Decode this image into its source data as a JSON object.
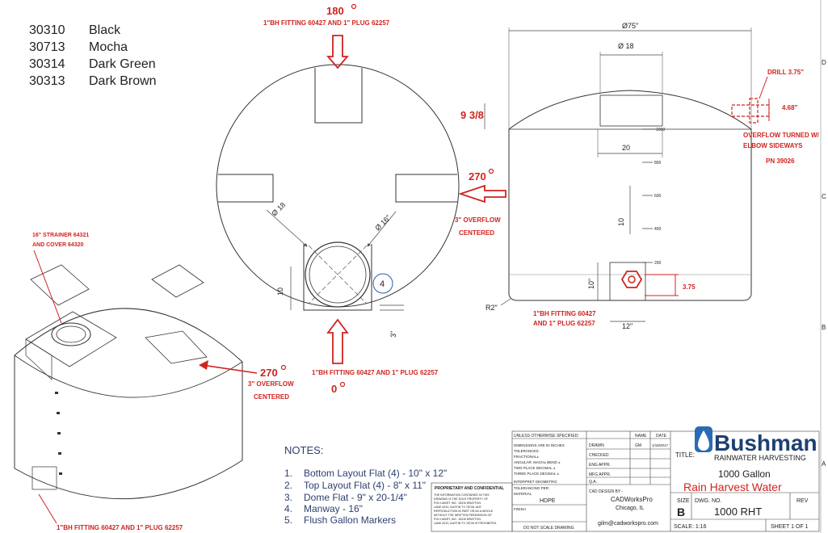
{
  "colors": {
    "codes": [
      "30310",
      "30713",
      "30314",
      "30313"
    ],
    "names": [
      "Black",
      "Mocha",
      "Dark Green",
      "Dark Brown"
    ]
  },
  "top_view": {
    "angle_180": "180",
    "fitting_top": "1\"BH FITTING 60427 AND 1\" PLUG 62257",
    "angle_270": "270",
    "overflow": "3\" OVERFLOW",
    "centered": "CENTERED",
    "dim_18_5": "Ø 18",
    "dim_16": "Ø 16\"",
    "dim_10_78": "10",
    "circle_num": "4",
    "dim_3": "3\"",
    "fitting_bottom": "1\"BH FITTING 60427 AND 1\" PLUG 62257",
    "angle_0": "0"
  },
  "side_view": {
    "dia_75": "Ø75\"",
    "dia_18": "Ø 18",
    "drill": "DRILL 3.75\"",
    "dim_468": "4.68\"",
    "overflow_note_1": "OVERFLOW TURNED W/",
    "overflow_note_2": "ELBOW SIDEWAYS",
    "pn": "PN 39026",
    "dim_938": "9 3/8",
    "gal_1000": "1000",
    "gal_800": "800",
    "gal_600": "600",
    "gal_400": "400",
    "gal_200": "200",
    "dim_2014": "20",
    "dim_1038": "10",
    "dim_10": "10\"",
    "dim_375": "3.75",
    "r2": "R2\"",
    "fitting_1": "1\"BH FITTING 60427",
    "fitting_2": "AND 1\" PLUG 62257",
    "dim_12": "12\""
  },
  "iso_view": {
    "strainer_1": "16\" STRAINER   64321",
    "strainer_2": "AND COVER    64320",
    "angle_270": "270",
    "overflow": "3\" OVERFLOW",
    "centered": "CENTERED",
    "fitting": "1\"BH FITTING 60427 AND 1\" PLUG 62257"
  },
  "notes": {
    "title": "NOTES:",
    "items": [
      {
        "num": "1.",
        "text": "Bottom Layout Flat (4) - 10\" x 12\""
      },
      {
        "num": "2.",
        "text": "Top Layout Flat (4) - 8\" x 11\""
      },
      {
        "num": "3.",
        "text": "Dome Flat - 9\" x 20-1/4\""
      },
      {
        "num": "4.",
        "text": "Manway - 16\""
      },
      {
        "num": "5.",
        "text": "Flush Gallon Markers"
      }
    ]
  },
  "title_block": {
    "unless": "UNLESS OTHERWISE SPECIFIED:",
    "name": "NAME",
    "date": "DATE",
    "dims_in": "DIMENSIONS ARE IN INCHES",
    "tolerances": "TOLERANCES:",
    "fractional": "FRACTIONAL±",
    "angular": "ANGULAR: MACH±   BEND ±",
    "two_place": "TWO PLACE DECIMAL   ±",
    "three_place": "THREE PLACE DECIMAL  ±",
    "drawn": "DRAWN",
    "drawn_name": "GM",
    "drawn_date": "1/18/2017",
    "checked": "CHECKED",
    "eng_appr": "ENG APPR.",
    "mfg_appr": "MFG APPR.",
    "qa": "Q.A.",
    "interpret": "INTERPRET GEOMETRIC",
    "tol_per": "TOLERANCING PER:",
    "material_label": "MATERIAL",
    "material": "HDPE",
    "finish": "FINISH",
    "prop_title": "PROPRIETARY AND CONFIDENTIAL",
    "prop_text": [
      "THE INFORMATION CONTAINED IN THIS",
      "DRAWING IS THE SOLE PROPERTY OF",
      "POLY-MART, INC. 15310 BRATTON",
      "LANE #210, AUSTIN TX 78728. ANY",
      "REPRODUCTION IN PART OR AS A WHOLE",
      "WITHOUT THE WRITTEN PERMISSION OF",
      "POLY-MART, INC. 15310 BRATTON",
      "LANE #210, AUSTIN TX 78728 IS PROHIBITED."
    ],
    "do_not_scale": "DO NOT SCALE DRAWING",
    "cad_by": "CAD DESIGN BY -",
    "cad_name": "CADWorksPro",
    "cad_city": "Chicago, IL",
    "cad_email": "gilm@cadworkspro.com",
    "title_label": "TITLE:",
    "brand": "Bushman",
    "brand_sub": "RAINWATER HARVESTING",
    "product": "1000 Gallon",
    "product_sub": "Rain Harvest Water",
    "size_label": "SIZE",
    "size": "B",
    "dwg_label": "DWG.  NO.",
    "dwg_no": "1000  RHT",
    "rev_label": "REV",
    "scale": "SCALE: 1:16",
    "sheet": "SHEET 1 OF 1"
  },
  "border": {
    "d": "D",
    "c": "C",
    "b": "B",
    "a": "A"
  }
}
